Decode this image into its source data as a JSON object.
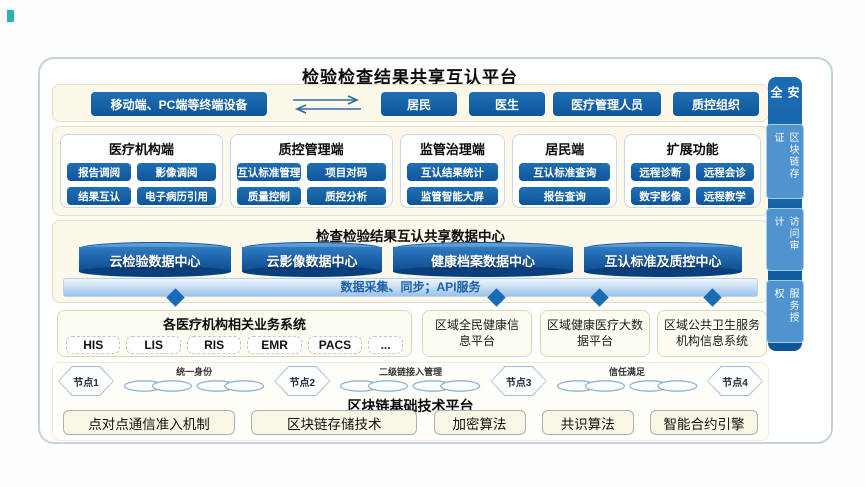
{
  "title": "检验检查结果共享互认平台",
  "colors": {
    "primary_blue": "#1467ac",
    "dark_blue": "#0d4a8c",
    "cream_bg": "#fcf9ea",
    "api_bar_blue": "#9cc2ea",
    "api_bar_text": "#1a5fa8",
    "sidebar_blue": "#1565ad",
    "sidebar_item_blue": "#4f93cf",
    "diamond_blue": "#1a6ab8"
  },
  "terminal_row": {
    "device": "移动端、PC端等终端设备",
    "users": [
      "居民",
      "医生",
      "医疗管理人员",
      "质控组织"
    ]
  },
  "client_panels": [
    {
      "title": "医疗机构端",
      "items": [
        "报告调阅",
        "影像调阅",
        "结果互认",
        "电子病历引用"
      ]
    },
    {
      "title": "质控管理端",
      "items": [
        "互认标准管理",
        "项目对码",
        "质量控制",
        "质控分析"
      ]
    },
    {
      "title": "监管治理端",
      "items": [
        "互认结果统计",
        "监管智能大屏"
      ]
    },
    {
      "title": "居民端",
      "items": [
        "互认标准查询",
        "报告查询"
      ]
    },
    {
      "title": "扩展功能",
      "items": [
        "远程诊断",
        "远程会诊",
        "数字影像",
        "远程教学"
      ]
    }
  ],
  "data_center": {
    "title": "检查检验结果互认共享数据中心",
    "cylinders": [
      "云检验数据中心",
      "云影像数据中心",
      "健康档案数据中心",
      "互认标准及质控中心"
    ],
    "api_bar": "数据采集、同步；API服务"
  },
  "source_systems": {
    "hospital_box": {
      "title": "各医疗机构相关业务系统",
      "systems": [
        "HIS",
        "LIS",
        "RIS",
        "EMR",
        "PACS",
        "..."
      ]
    },
    "platforms": [
      "区域全民健康信\n息平台",
      "区域健康医疗大数\n据平台",
      "区域公共卫生服务\n机构信息系统"
    ]
  },
  "blockchain": {
    "nodes": [
      "节点1",
      "节点2",
      "节点3",
      "节点4"
    ],
    "link_labels": [
      "统一身份",
      "二级链接入管理",
      "信任满足"
    ],
    "platform_title": "区块链基础技术平台",
    "components": [
      "点对点通信准入机制",
      "区块链存储技术",
      "加密算法",
      "共识算法",
      "智能合约引擎"
    ]
  },
  "security_sidebar": {
    "title": "安全",
    "items": [
      "区块链存证",
      "访问审计",
      "服务授权"
    ]
  }
}
